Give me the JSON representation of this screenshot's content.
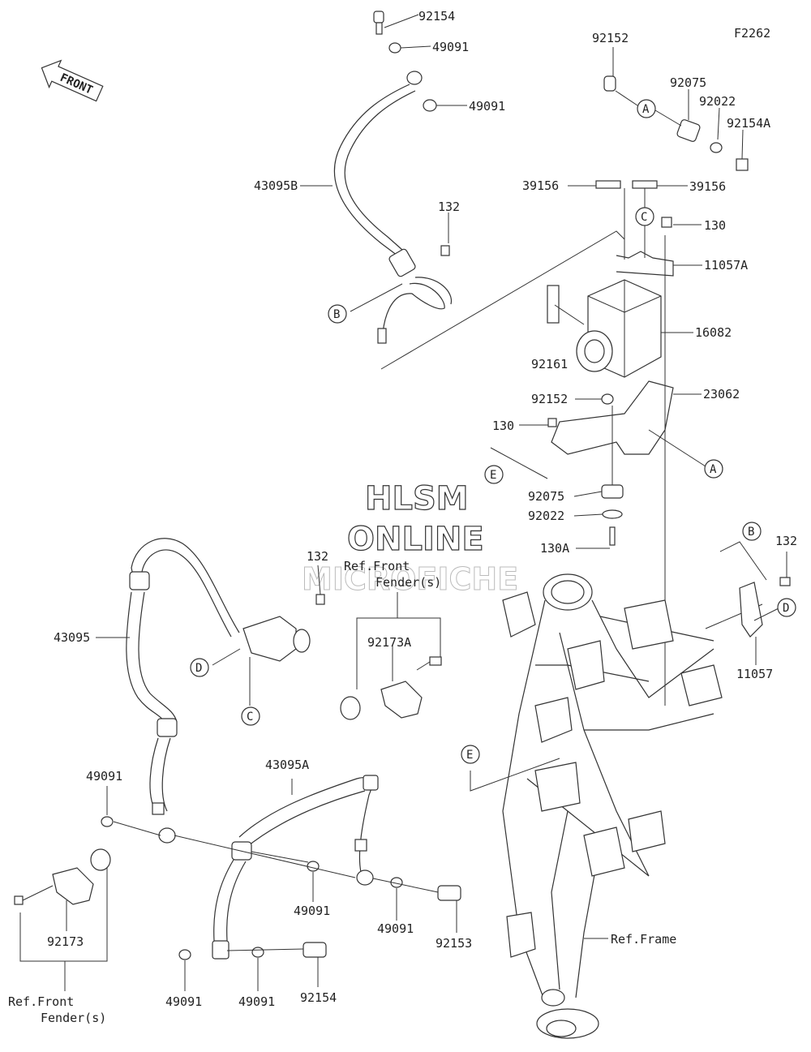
{
  "figure_code": "F2262",
  "front_label": "FRONT",
  "watermark": {
    "line1": "HLSM",
    "line2": "ONLINE",
    "line3": "MICROFICHE"
  },
  "part_labels": {
    "p92154_top": "92154",
    "p49091_top1": "49091",
    "p49091_top2": "49091",
    "p43095B": "43095B",
    "p132_top": "132",
    "p92152_top": "92152",
    "p92075_top": "92075",
    "p92022_top": "92022",
    "p92154A": "92154A",
    "p39156_left": "39156",
    "p39156_right": "39156",
    "p130_top": "130",
    "p11057A": "11057A",
    "p16082": "16082",
    "p92161": "92161",
    "p92152_mid": "92152",
    "p23062": "23062",
    "p130_mid": "130",
    "p92075_mid": "92075",
    "p92022_mid": "92022",
    "p130A": "130A",
    "p132_mid": "132",
    "p132_right": "132",
    "p11057": "11057",
    "p43095": "43095",
    "p92173A": "92173A",
    "p43095A": "43095A",
    "p49091_left": "49091",
    "p49091_mid1": "49091",
    "p49091_mid2": "49091",
    "p92153": "92153",
    "p92173": "92173",
    "p49091_bot1": "49091",
    "p49091_bot2": "49091",
    "p92154_bot": "92154"
  },
  "refs": {
    "front_fender_top_1": "Ref.Front",
    "front_fender_top_2": "Fender(s)",
    "front_fender_bot_1": "Ref.Front",
    "front_fender_bot_2": "Fender(s)",
    "frame": "Ref.Frame"
  },
  "callouts": {
    "A1": "A",
    "A2": "A",
    "B1": "B",
    "B2": "B",
    "C1": "C",
    "C2": "C",
    "D1": "D",
    "D2": "D",
    "E1": "E",
    "E2": "E"
  }
}
